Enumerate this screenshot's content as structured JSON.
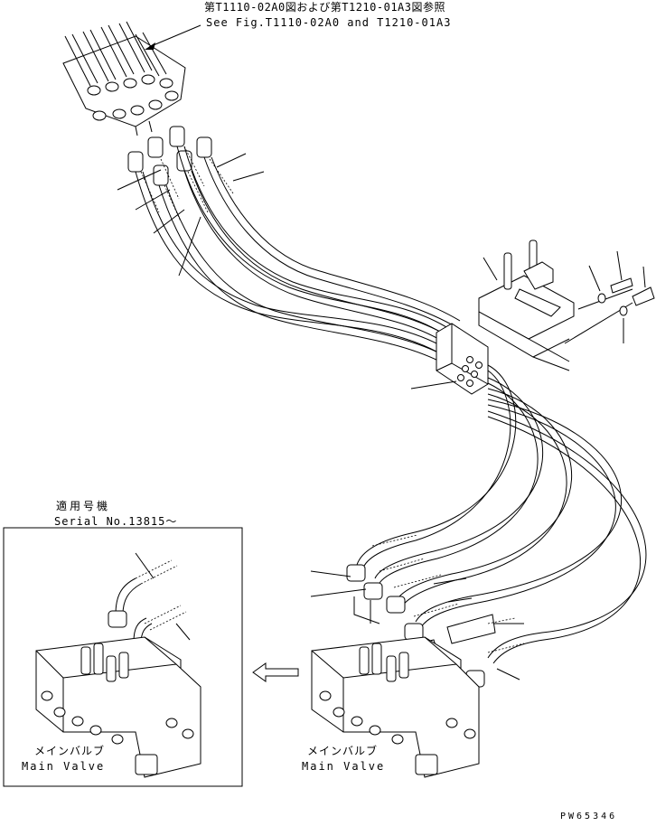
{
  "annotations": {
    "reference_jp": "第T1110-02A0図および第T1210-01A3図参照",
    "reference_en": "See Fig.T1110-02A0 and T1210-01A3",
    "serial_jp": "適用号機",
    "serial_en": "Serial No.13815～",
    "main_valve_jp_left": "メインバルブ",
    "main_valve_en_left": "Main Valve",
    "main_valve_jp_right": "メインバルブ",
    "main_valve_en_right": "Main Valve",
    "drawing_number": "PW65346"
  },
  "icons": [
    "control-valve-icon",
    "hose-fitting-icon",
    "clamp-block-icon",
    "bracket-icon",
    "bolt-icon",
    "washer-icon",
    "main-valve-icon",
    "arrow-left-icon"
  ]
}
